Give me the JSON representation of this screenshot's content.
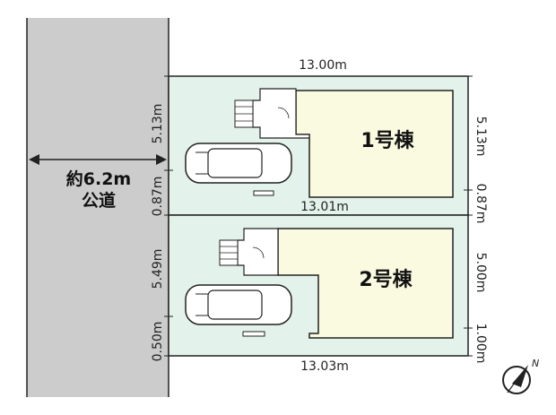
{
  "road": {
    "width_label": "約6.2m",
    "type_label": "公道"
  },
  "lots": [
    {
      "name": "1号棟",
      "top_width": "13.00m",
      "bottom_width": "13.01m",
      "left_depth": "5.13m",
      "left_gap": "0.87m",
      "right_depth": "5.13m",
      "right_gap": "0.87m"
    },
    {
      "name": "2号棟",
      "bottom_width": "13.03m",
      "left_depth": "5.49m",
      "left_gap": "0.50m",
      "right_depth": "5.00m",
      "right_gap": "1.00m"
    }
  ],
  "compass": {
    "label": "N"
  },
  "colors": {
    "lot_fill": "#e3f2ea",
    "building_fill": "#fafae0",
    "road_fill": "#cccccc",
    "line": "#222222"
  }
}
